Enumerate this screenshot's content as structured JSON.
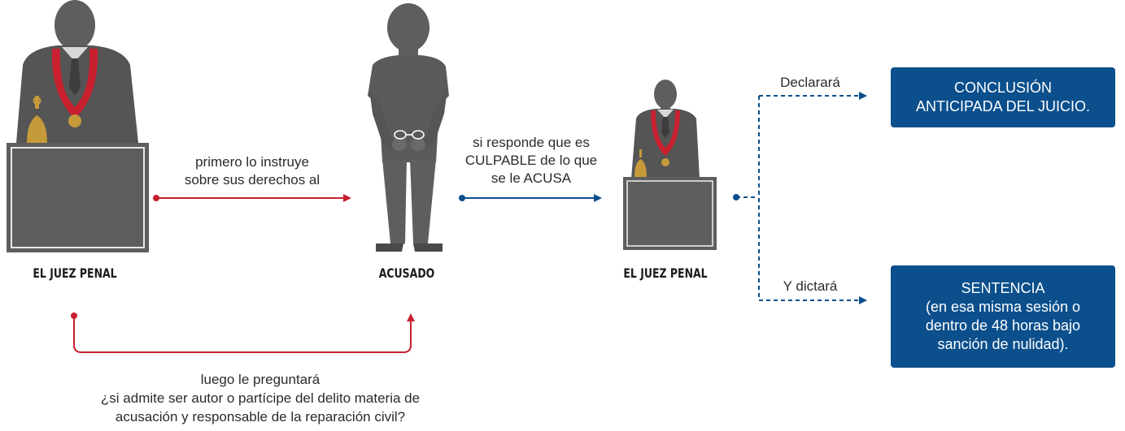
{
  "colors": {
    "red": "#c8202f",
    "blue": "#0b4f8c",
    "gray": "#5e5e5e",
    "gold": "#c59a3a"
  },
  "figures": {
    "judge_left": {
      "label": "EL JUEZ PENAL"
    },
    "accused": {
      "label": "ACUSADO"
    },
    "judge_right": {
      "label": "EL JUEZ PENAL"
    }
  },
  "arrows": {
    "instruct": {
      "lines": [
        "primero lo instruye",
        "sobre sus derechos al"
      ]
    },
    "culpable": {
      "lines": [
        "si responde que es",
        "CULPABLE de lo que",
        "se le ACUSA"
      ]
    },
    "question": {
      "lines": [
        "luego le preguntará",
        "¿si admite ser autor o partícipe del delito materia de",
        "acusación y responsable de la reparación civil?"
      ]
    },
    "declare": {
      "label": "Declarará"
    },
    "dictate": {
      "label": "Y dictará"
    }
  },
  "outcomes": {
    "conclusion": {
      "lines": [
        "CONCLUSIÓN",
        "ANTICIPADA DEL JUICIO."
      ]
    },
    "sentence": {
      "lines": [
        "SENTENCIA",
        "(en esa misma sesión o",
        "dentro de 48 horas bajo",
        "sanción de nulidad)."
      ]
    }
  },
  "icons": [
    "judge-figure-icon",
    "bell-icon",
    "medal-icon",
    "accused-figure-icon",
    "handcuffs-icon",
    "arrowhead-icon"
  ]
}
